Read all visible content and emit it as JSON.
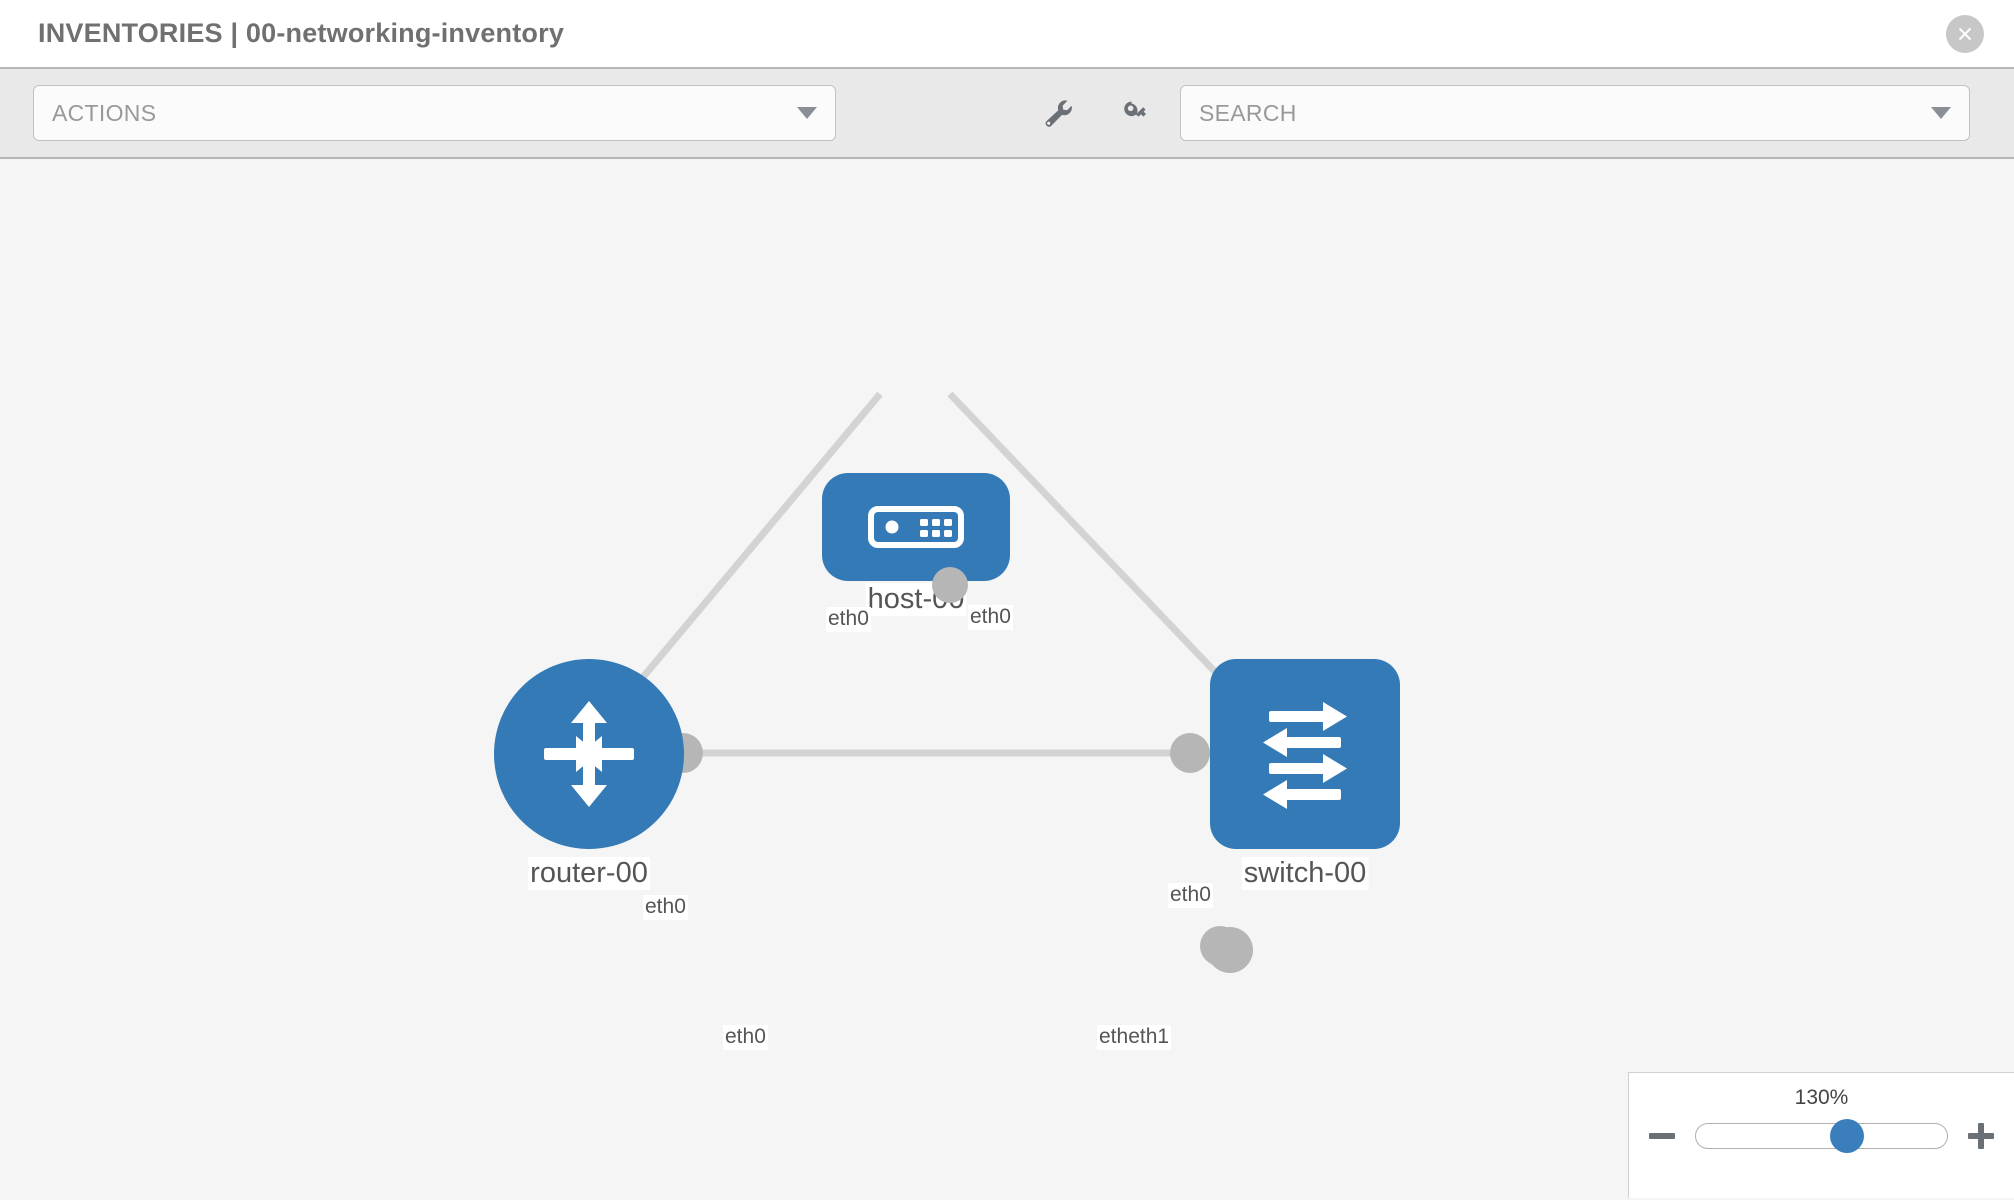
{
  "header": {
    "title": "INVENTORIES | 00-networking-inventory",
    "close_label": "close-icon"
  },
  "toolbar": {
    "actions": {
      "label": "ACTIONS",
      "caret": "chevron-down-icon"
    },
    "wrench_icon": "wrench-icon",
    "key_icon": "key-icon",
    "search": {
      "placeholder": "SEARCH",
      "value": "SEARCH",
      "caret": "chevron-down-icon"
    }
  },
  "topology": {
    "nodes": [
      {
        "id": "host-00",
        "label": "host-00",
        "type": "host",
        "icon": "server-icon"
      },
      {
        "id": "router-00",
        "label": "router-00",
        "type": "router",
        "icon": "router-arrows-icon"
      },
      {
        "id": "switch-00",
        "label": "switch-00",
        "type": "switch",
        "icon": "switch-arrows-icon"
      }
    ],
    "links": [
      {
        "from": "host-00",
        "to": "router-00",
        "from_label": "eth0",
        "to_label": "eth0"
      },
      {
        "from": "host-00",
        "to": "switch-00",
        "from_label": "eth0",
        "to_label": "eth0"
      },
      {
        "from": "router-00",
        "to": "switch-00",
        "from_label": "eth0",
        "to_label": "etheth1"
      }
    ],
    "edge_labels": {
      "host_left": "eth0",
      "host_right": "eth0",
      "router_up": "eth0",
      "switch_up": "eth0",
      "router_right": "eth0",
      "switch_left": "etheth1"
    },
    "colors": {
      "node": "#337ab7",
      "port": "#b6b6b6",
      "edge": "#d3d3d3",
      "label": "#555555"
    }
  },
  "zoom_control": {
    "value_label": "130%",
    "minus_label": "minus-icon",
    "plus_label": "plus-icon",
    "handle_percent": 60
  }
}
